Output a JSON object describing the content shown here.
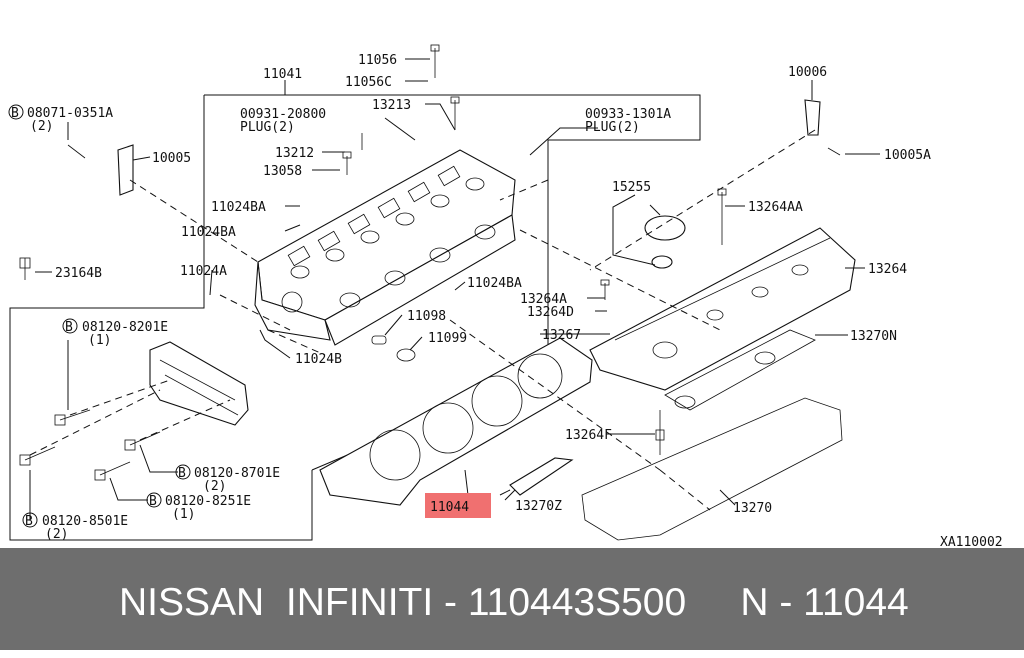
{
  "diagram": {
    "callouts": [
      {
        "id": "c11056",
        "text": "11056"
      },
      {
        "id": "c11056C",
        "text": "11056C"
      },
      {
        "id": "c11041",
        "text": "11041"
      },
      {
        "id": "c13213",
        "text": "13213"
      },
      {
        "id": "c00931",
        "text": "00931-20800"
      },
      {
        "id": "cplug1",
        "text": "PLUG(2)"
      },
      {
        "id": "c00933",
        "text": "00933-1301A"
      },
      {
        "id": "cplug2",
        "text": "PLUG(2)"
      },
      {
        "id": "c10006",
        "text": "10006"
      },
      {
        "id": "c08071",
        "text": "08071-0351A"
      },
      {
        "id": "c08071q",
        "text": "(2)"
      },
      {
        "id": "c10005",
        "text": "10005"
      },
      {
        "id": "c10005A",
        "text": "10005A"
      },
      {
        "id": "c13212",
        "text": "13212"
      },
      {
        "id": "c13058",
        "text": "13058"
      },
      {
        "id": "c15255",
        "text": "15255"
      },
      {
        "id": "c11024BA1",
        "text": "11024BA"
      },
      {
        "id": "c11024BA2",
        "text": "11024BA"
      },
      {
        "id": "c13264AA",
        "text": "13264AA"
      },
      {
        "id": "c23164B",
        "text": "23164B"
      },
      {
        "id": "c11024A",
        "text": "11024A"
      },
      {
        "id": "c11024BA3",
        "text": "11024BA"
      },
      {
        "id": "c13264",
        "text": "13264"
      },
      {
        "id": "c13264A",
        "text": "13264A"
      },
      {
        "id": "c13264D",
        "text": "13264D"
      },
      {
        "id": "c08120a",
        "text": "08120-8201E"
      },
      {
        "id": "c08120aq",
        "text": "(1)"
      },
      {
        "id": "c11098",
        "text": "11098"
      },
      {
        "id": "c13267",
        "text": "13267"
      },
      {
        "id": "c13270N",
        "text": "13270N"
      },
      {
        "id": "c11099",
        "text": "11099"
      },
      {
        "id": "c11024B",
        "text": "11024B"
      },
      {
        "id": "c13264F",
        "text": "13264F"
      },
      {
        "id": "c08120b",
        "text": "08120-8701E"
      },
      {
        "id": "c08120bq",
        "text": "(2)"
      },
      {
        "id": "c08120c",
        "text": "08120-8251E"
      },
      {
        "id": "c08120cq",
        "text": "(1)"
      },
      {
        "id": "c13270Z",
        "text": "13270Z"
      },
      {
        "id": "c13270",
        "text": "13270"
      },
      {
        "id": "c08120d",
        "text": "08120-8501E"
      },
      {
        "id": "c08120dq",
        "text": "(2)"
      }
    ],
    "bolt_marker": "B",
    "highlight": {
      "text": "11044",
      "color": "#f07070"
    },
    "reference": "XA110002"
  },
  "footer": {
    "text": "NISSAN  INFINITI - 110443S500     N - 11044",
    "background": "#6e6e6e"
  }
}
